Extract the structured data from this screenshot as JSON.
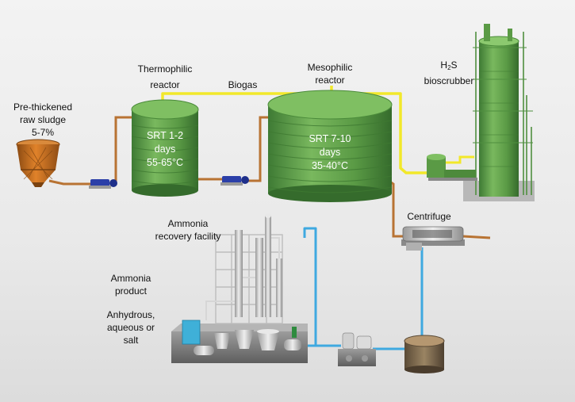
{
  "labels": {
    "pre_thickened": [
      "Pre-thickened",
      "raw sludge",
      "5-7%"
    ],
    "thermophilic_title": [
      "Thermophilic",
      "reactor"
    ],
    "thermophilic_body": [
      "SRT 1-2",
      "days",
      "55-65°C"
    ],
    "biogas": "Biogas",
    "mesophilic_title": [
      "Mesophilic",
      "reactor"
    ],
    "mesophilic_body": [
      "SRT 7-10",
      "days",
      "35-40°C"
    ],
    "bioscrubber": {
      "h": "H",
      "sub": "2",
      "s": "S",
      "line2": "bioscrubber"
    },
    "centrifuge": "Centrifuge",
    "ammonia_recovery": [
      "Ammonia",
      "recovery facility"
    ],
    "ammonia_product": [
      "Ammonia",
      "product"
    ],
    "anhydrous": [
      "Anhydrous,",
      "aqueous or",
      "salt"
    ]
  },
  "colors": {
    "tank_green": "#6aa84f",
    "biogas_pipe": "#f2e82a",
    "sludge_pipe": "#b87333",
    "water_pipe": "#3fa9e0",
    "pump_blue": "#2b3fa8",
    "steel": "#c8c8c8"
  }
}
